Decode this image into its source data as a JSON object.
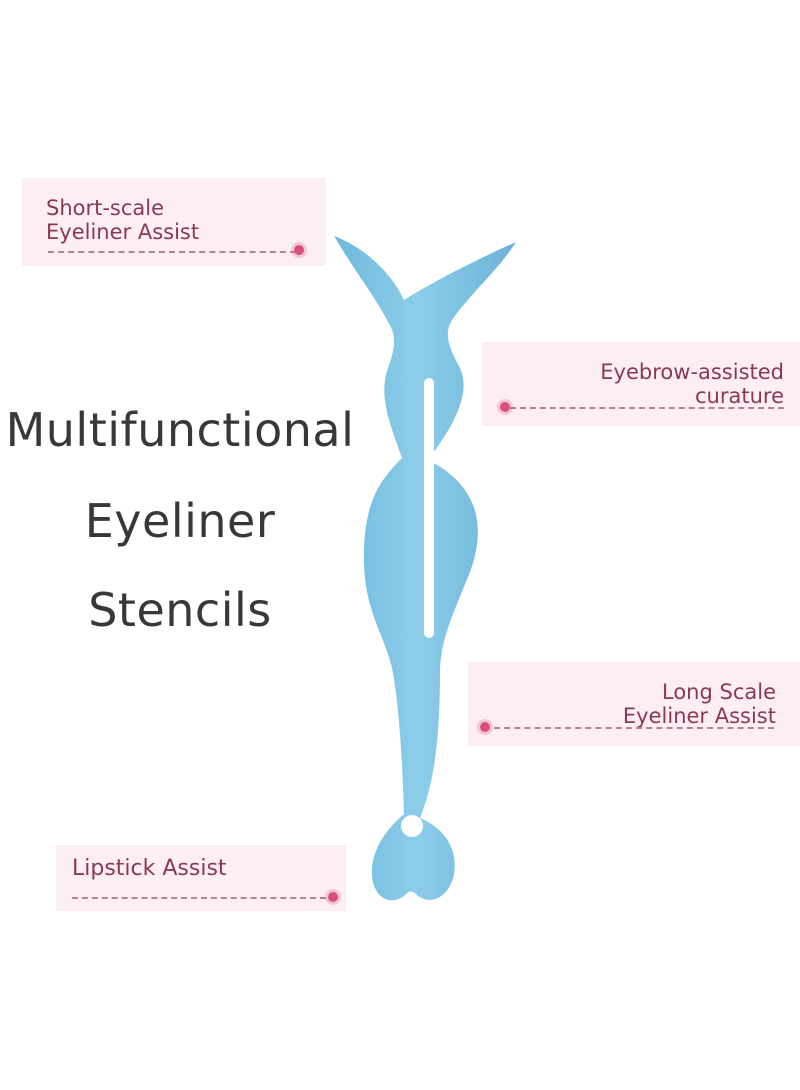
{
  "headline": {
    "line1": "Multifunctional",
    "line2": "Eyeliner",
    "line3": "Stencils"
  },
  "callouts": {
    "short_scale": {
      "line1": "Short-scale",
      "line2": "Eyeliner Assist"
    },
    "eyebrow": {
      "line1": "Eyebrow-assisted",
      "line2": "curature"
    },
    "long_scale": {
      "line1": "Long Scale",
      "line2": "Eyeliner Assist"
    },
    "lipstick": {
      "line1": "Lipstick Assist"
    }
  },
  "colors": {
    "stencil": "#7ec4e6",
    "callout_bg": "#fdeef5",
    "callout_text": "#8a3a4f",
    "dot": "#d9507e",
    "headline": "#3b3639"
  }
}
